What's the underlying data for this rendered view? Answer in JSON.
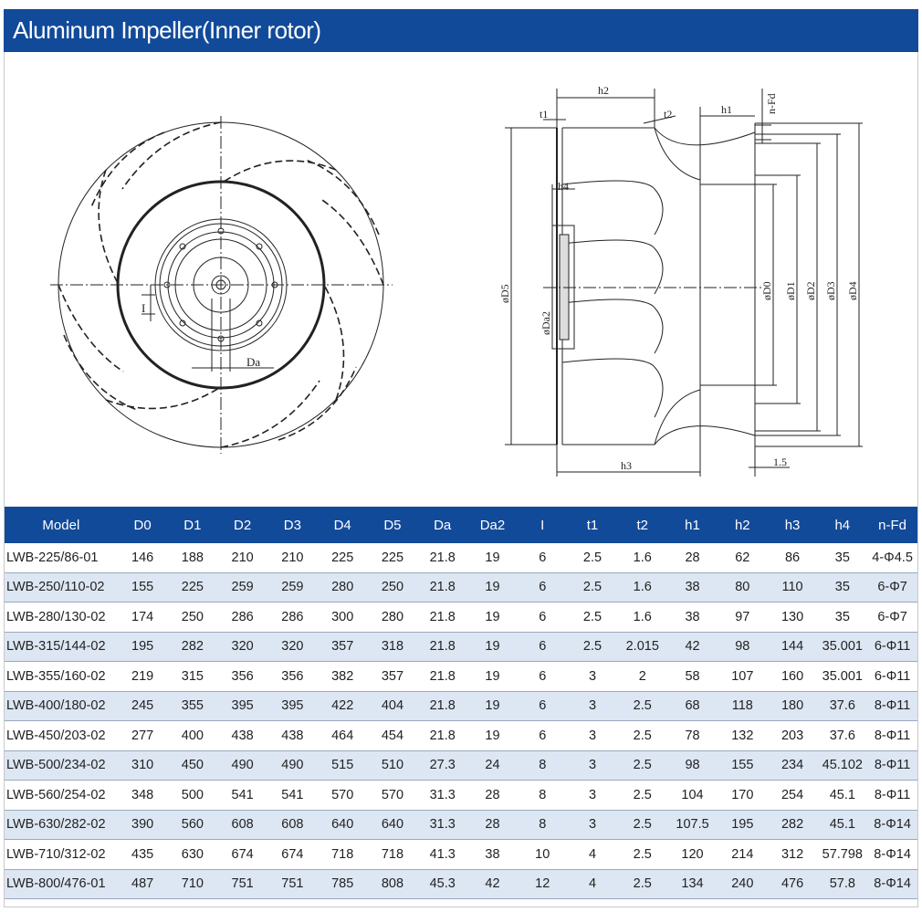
{
  "title": "Aluminum Impeller(Inner rotor)",
  "diagram_labels": {
    "front_I": "I",
    "front_Da": "Da",
    "h2": "h2",
    "t1": "t1",
    "t2": "t2",
    "h1": "h1",
    "nFd": "n-Fd",
    "h4": "h4",
    "D5": "øD5",
    "Da2": "øDa2",
    "D0": "øD0",
    "D1": "øD1",
    "D2": "øD2",
    "D3": "øD3",
    "D4": "øD4",
    "h3": "h3",
    "gap": "1.5"
  },
  "table": {
    "headers": [
      "Model",
      "D0",
      "D1",
      "D2",
      "D3",
      "D4",
      "D5",
      "Da",
      "Da2",
      "I",
      "t1",
      "t2",
      "h1",
      "h2",
      "h3",
      "h4",
      "n-Fd"
    ],
    "rows": [
      [
        "LWB-225/86-01",
        "146",
        "188",
        "210",
        "210",
        "225",
        "225",
        "21.8",
        "19",
        "6",
        "2.5",
        "1.6",
        "28",
        "62",
        "86",
        "35",
        "4-Φ4.5"
      ],
      [
        "LWB-250/110-02",
        "155",
        "225",
        "259",
        "259",
        "280",
        "250",
        "21.8",
        "19",
        "6",
        "2.5",
        "1.6",
        "38",
        "80",
        "110",
        "35",
        "6-Φ7"
      ],
      [
        "LWB-280/130-02",
        "174",
        "250",
        "286",
        "286",
        "300",
        "280",
        "21.8",
        "19",
        "6",
        "2.5",
        "1.6",
        "38",
        "97",
        "130",
        "35",
        "6-Φ7"
      ],
      [
        "LWB-315/144-02",
        "195",
        "282",
        "320",
        "320",
        "357",
        "318",
        "21.8",
        "19",
        "6",
        "2.5",
        "2.015",
        "42",
        "98",
        "144",
        "35.001",
        "6-Φ11"
      ],
      [
        "LWB-355/160-02",
        "219",
        "315",
        "356",
        "356",
        "382",
        "357",
        "21.8",
        "19",
        "6",
        "3",
        "2",
        "58",
        "107",
        "160",
        "35.001",
        "6-Φ11"
      ],
      [
        "LWB-400/180-02",
        "245",
        "355",
        "395",
        "395",
        "422",
        "404",
        "21.8",
        "19",
        "6",
        "3",
        "2.5",
        "68",
        "118",
        "180",
        "37.6",
        "8-Φ11"
      ],
      [
        "LWB-450/203-02",
        "277",
        "400",
        "438",
        "438",
        "464",
        "454",
        "21.8",
        "19",
        "6",
        "3",
        "2.5",
        "78",
        "132",
        "203",
        "37.6",
        "8-Φ11"
      ],
      [
        "LWB-500/234-02",
        "310",
        "450",
        "490",
        "490",
        "515",
        "510",
        "27.3",
        "24",
        "8",
        "3",
        "2.5",
        "98",
        "155",
        "234",
        "45.102",
        "8-Φ11"
      ],
      [
        "LWB-560/254-02",
        "348",
        "500",
        "541",
        "541",
        "570",
        "570",
        "31.3",
        "28",
        "8",
        "3",
        "2.5",
        "104",
        "170",
        "254",
        "45.1",
        "8-Φ11"
      ],
      [
        "LWB-630/282-02",
        "390",
        "560",
        "608",
        "608",
        "640",
        "640",
        "31.3",
        "28",
        "8",
        "3",
        "2.5",
        "107.5",
        "195",
        "282",
        "45.1",
        "8-Φ14"
      ],
      [
        "LWB-710/312-02",
        "435",
        "630",
        "674",
        "674",
        "718",
        "718",
        "41.3",
        "38",
        "10",
        "4",
        "2.5",
        "120",
        "214",
        "312",
        "57.798",
        "8-Φ14"
      ],
      [
        "LWB-800/476-01",
        "487",
        "710",
        "751",
        "751",
        "785",
        "808",
        "45.3",
        "42",
        "12",
        "4",
        "2.5",
        "134",
        "240",
        "476",
        "57.8",
        "8-Φ14"
      ]
    ]
  }
}
